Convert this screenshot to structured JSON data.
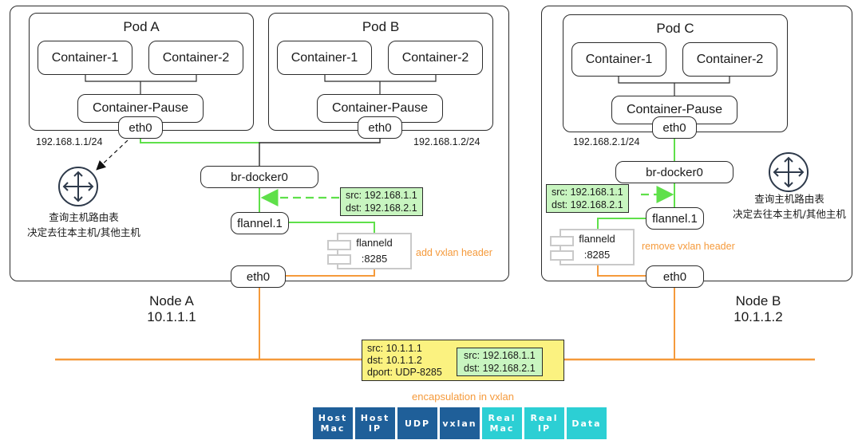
{
  "nodes": [
    {
      "name": "Node A",
      "ip": "10.1.1.1",
      "pods": [
        {
          "title": "Pod A",
          "containers": [
            "Container-1",
            "Container-2"
          ],
          "pause": "Container-Pause",
          "iface": "eth0",
          "cidr": "192.168.1.1/24"
        },
        {
          "title": "Pod B",
          "containers": [
            "Container-1",
            "Container-2"
          ],
          "pause": "Container-Pause",
          "iface": "eth0",
          "cidr": "192.168.1.2/24"
        }
      ],
      "bridge": "br-docker0",
      "vtep": "flannel.1",
      "daemon": {
        "name": "flanneld",
        "port": ":8285"
      },
      "daemon_action": "add vxlan header",
      "host_iface": "eth0",
      "inner_packet": {
        "src": "src: 192.168.1.1",
        "dst": "dst: 192.168.2.1"
      },
      "router": {
        "icon": "router-icon",
        "line1": "查询主机路由表",
        "line2": "决定去往本主机/其他主机"
      }
    },
    {
      "name": "Node B",
      "ip": "10.1.1.2",
      "pods": [
        {
          "title": "Pod C",
          "containers": [
            "Container-1",
            "Container-2"
          ],
          "pause": "Container-Pause",
          "iface": "eth0",
          "cidr": "192.168.2.1/24"
        }
      ],
      "bridge": "br-docker0",
      "vtep": "flannel.1",
      "daemon": {
        "name": "flanneld",
        "port": ":8285"
      },
      "daemon_action": "remove vxlan header",
      "host_iface": "eth0",
      "inner_packet": {
        "src": "src: 192.168.1.1",
        "dst": "dst: 192.168.2.1"
      },
      "router": {
        "icon": "router-icon",
        "line1": "查询主机路由表",
        "line2": "决定去往本主机/其他主机"
      }
    }
  ],
  "outer_packet": {
    "src": "src: 10.1.1.1",
    "dst": "dst: 10.1.1.2",
    "dport": "dport: UDP-8285",
    "inner": {
      "src": "src: 192.168.1.1",
      "dst": "dst: 192.168.2.1"
    }
  },
  "encapsulation": {
    "caption": "encapsulation in vxlan",
    "segments": [
      {
        "line1": "Host",
        "line2": "Mac",
        "kind": "outer"
      },
      {
        "line1": "Host",
        "line2": "IP",
        "kind": "outer"
      },
      {
        "line1": "UDP",
        "line2": "",
        "kind": "outer"
      },
      {
        "line1": "vxlan",
        "line2": "",
        "kind": "outer"
      },
      {
        "line1": "Real",
        "line2": "Mac",
        "kind": "inner"
      },
      {
        "line1": "Real",
        "line2": "IP",
        "kind": "inner"
      },
      {
        "line1": "Data",
        "line2": "",
        "kind": "inner"
      }
    ]
  },
  "colors": {
    "overlay_path": "#5fe04a",
    "underlay_path": "#f59a3b",
    "packet_inner_bg": "#c8f5c0",
    "packet_outer_bg": "#fbf280",
    "segment_outer": "#1f5f99",
    "segment_inner": "#2ccfd4",
    "line": "#2b2b2b"
  }
}
